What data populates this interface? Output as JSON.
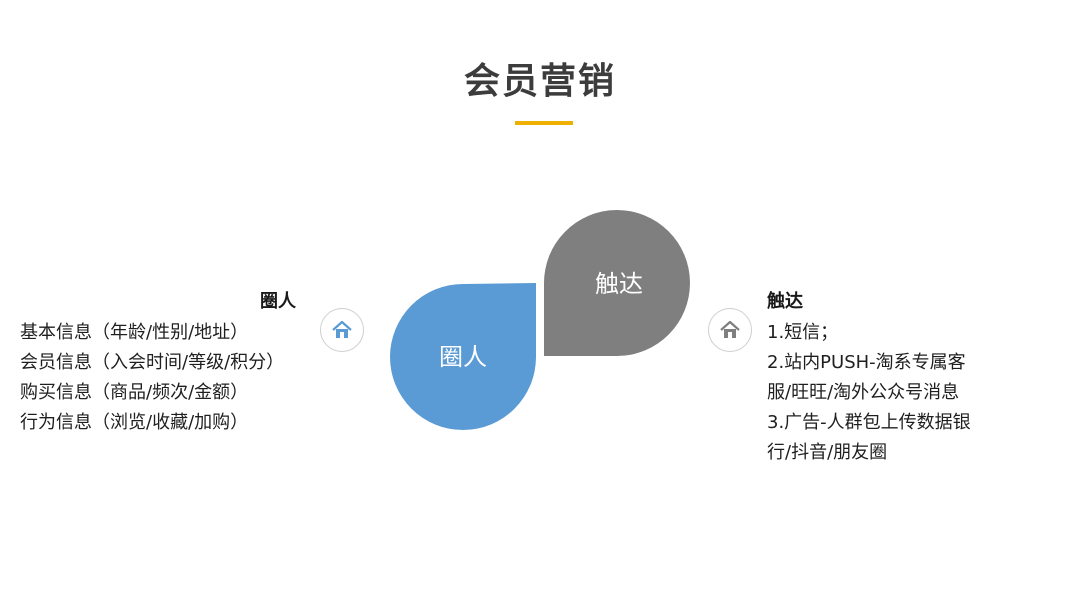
{
  "title": "会员营销",
  "colors": {
    "accent": "#f0b000",
    "blue": "#5b9bd5",
    "gray": "#7f7f7f"
  },
  "left_petal": {
    "label": "圈人"
  },
  "right_petal": {
    "label": "触达"
  },
  "left_block": {
    "heading": "圈人",
    "icon": "home-icon",
    "lines": [
      "基本信息（年龄/性别/地址）",
      "会员信息（入会时间/等级/积分）",
      "购买信息（商品/频次/金额）",
      "行为信息（浏览/收藏/加购）"
    ]
  },
  "right_block": {
    "heading": "触达",
    "icon": "home-icon",
    "lines": [
      "1.短信；",
      "2.站内PUSH-淘系专属客",
      "服/旺旺/淘外公众号消息",
      "3.广告-人群包上传数据银",
      "行/抖音/朋友圈"
    ]
  }
}
